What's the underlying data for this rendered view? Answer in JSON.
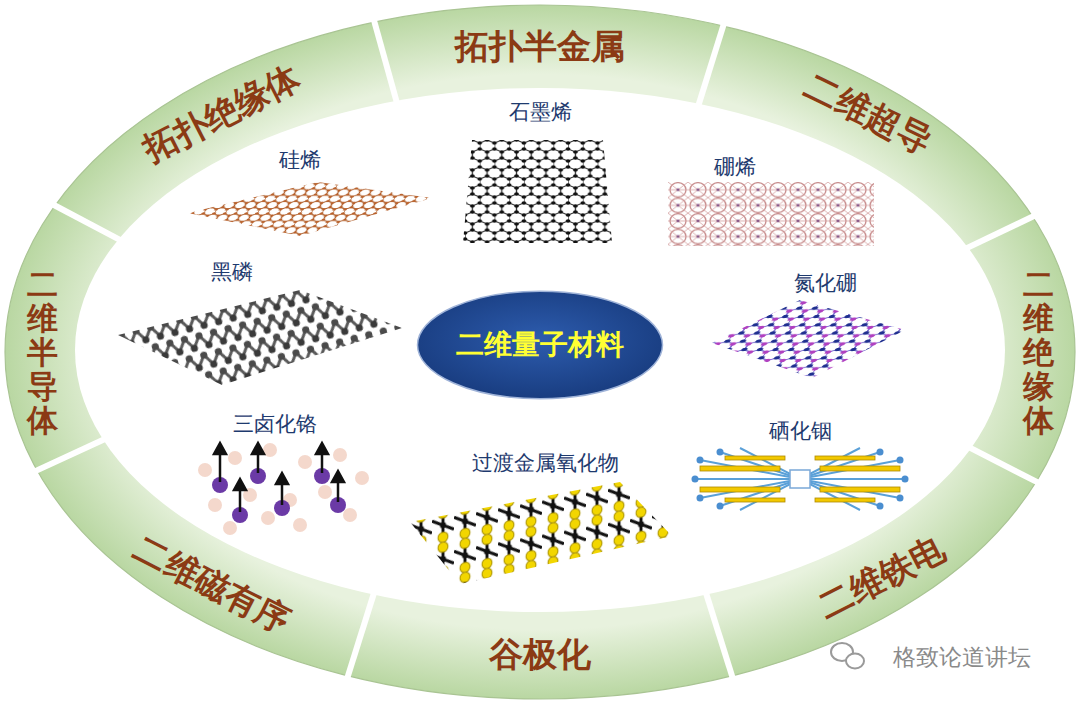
{
  "diagram": {
    "nodes": [
      {
        "text": [
          "拓扑半金属"
        ]
      },
      {
        "text": [
          "二维超导"
        ]
      },
      {
        "text": [
          "二维绝缘体"
        ]
      },
      {
        "text": [
          "二维铁电"
        ]
      },
      {
        "text": [
          "谷极化"
        ]
      },
      {
        "text": [
          "二维磁有序"
        ]
      },
      {
        "text": [
          "二维半导体"
        ]
      },
      {
        "text": [
          "拓扑绝缘体"
        ]
      },
      {
        "text": [
          "二维量子材料"
        ]
      }
    ],
    "labels": [
      "石墨烯",
      "硅烯",
      "硼烯",
      "黑磷",
      "氮化硼",
      "三卤化铬",
      "过渡金属氧化物",
      "硒化铟",
      "格致论道讲坛"
    ]
  }
}
